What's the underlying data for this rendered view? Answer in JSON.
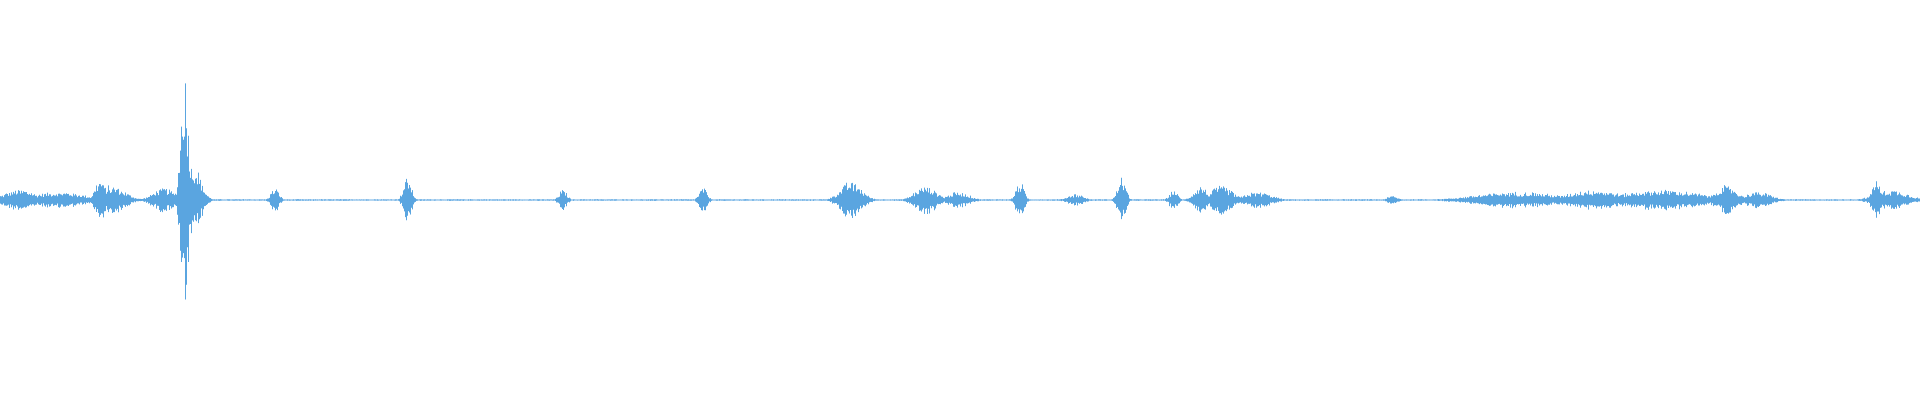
{
  "waveform": {
    "color": "#5aa5e0",
    "background": "#ffffff",
    "amplitude_scale": [
      -1,
      1
    ],
    "bursts": [
      {
        "t": 0.01,
        "width": 0.012,
        "amplitude": 0.05
      },
      {
        "t": 0.03,
        "width": 0.02,
        "amplitude": 0.04
      },
      {
        "t": 0.052,
        "width": 0.004,
        "amplitude": 0.1
      },
      {
        "t": 0.058,
        "width": 0.01,
        "amplitude": 0.07
      },
      {
        "t": 0.085,
        "width": 0.008,
        "amplitude": 0.06
      },
      {
        "t": 0.096,
        "width": 0.003,
        "amplitude": 0.6
      },
      {
        "t": 0.1,
        "width": 0.006,
        "amplitude": 0.18
      },
      {
        "t": 0.143,
        "width": 0.003,
        "amplitude": 0.06
      },
      {
        "t": 0.212,
        "width": 0.003,
        "amplitude": 0.11
      },
      {
        "t": 0.293,
        "width": 0.003,
        "amplitude": 0.05
      },
      {
        "t": 0.366,
        "width": 0.003,
        "amplitude": 0.06
      },
      {
        "t": 0.443,
        "width": 0.008,
        "amplitude": 0.09
      },
      {
        "t": 0.482,
        "width": 0.008,
        "amplitude": 0.07
      },
      {
        "t": 0.499,
        "width": 0.008,
        "amplitude": 0.04
      },
      {
        "t": 0.531,
        "width": 0.003,
        "amplitude": 0.09
      },
      {
        "t": 0.56,
        "width": 0.006,
        "amplitude": 0.03
      },
      {
        "t": 0.584,
        "width": 0.003,
        "amplitude": 0.11
      },
      {
        "t": 0.611,
        "width": 0.003,
        "amplitude": 0.05
      },
      {
        "t": 0.625,
        "width": 0.005,
        "amplitude": 0.07
      },
      {
        "t": 0.636,
        "width": 0.008,
        "amplitude": 0.07
      },
      {
        "t": 0.655,
        "width": 0.01,
        "amplitude": 0.04
      },
      {
        "t": 0.725,
        "width": 0.004,
        "amplitude": 0.02
      },
      {
        "t": 0.79,
        "width": 0.03,
        "amplitude": 0.04
      },
      {
        "t": 0.83,
        "width": 0.02,
        "amplitude": 0.05
      },
      {
        "t": 0.865,
        "width": 0.03,
        "amplitude": 0.05
      },
      {
        "t": 0.899,
        "width": 0.008,
        "amplitude": 0.07
      },
      {
        "t": 0.915,
        "width": 0.01,
        "amplitude": 0.04
      },
      {
        "t": 0.977,
        "width": 0.003,
        "amplitude": 0.1
      },
      {
        "t": 0.985,
        "width": 0.012,
        "amplitude": 0.05
      }
    ]
  }
}
